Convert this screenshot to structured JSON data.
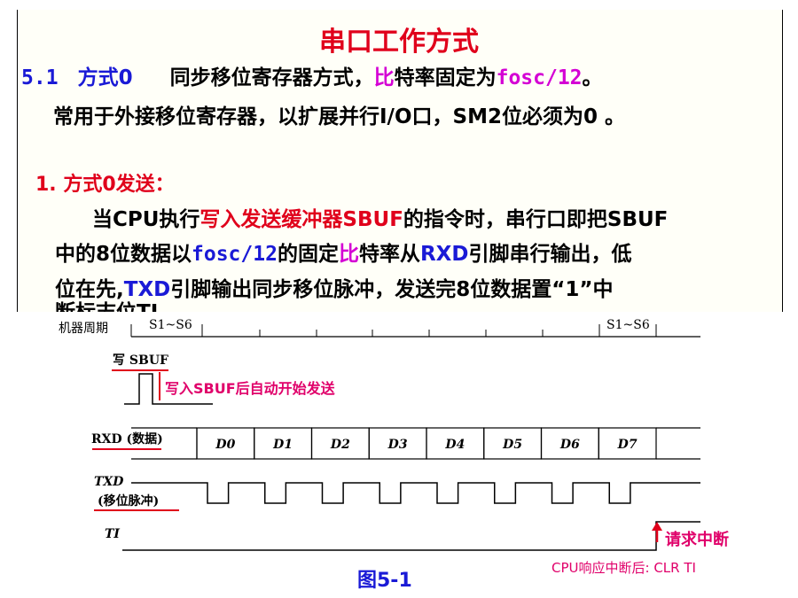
{
  "slide": {
    "title": "串口工作方式",
    "line1": {
      "num": "5.1",
      "mode": "方式0",
      "text_a": "同步移位寄存器方式，",
      "bi": "比",
      "text_b": "特率固定为",
      "fosc": "fosc/12",
      "end": "。"
    },
    "line2": "常用于外接移位寄存器，以扩展并行I/O口，SM2位必须为0 。",
    "section": "1. 方式0发送：",
    "para": {
      "l1_a": "当CPU执行",
      "l1_red": "写入发送缓冲器SBUF",
      "l1_b": "的指令时，串行口即把SBUF",
      "l2_a": "中的8位数据以",
      "l2_fosc": "fosc/12",
      "l2_b": "的固定",
      "l2_bi": "比",
      "l2_c": "特率从",
      "l2_rxd": "RXD",
      "l2_d": "引脚串行输出，低",
      "l3_a": "位在先,",
      "l3_txd": "TXD",
      "l3_b": "引脚输出同步移位脉冲，发送完8位数据置“1”中",
      "l4_partial": "断标志位TI。"
    }
  },
  "diagram": {
    "machine_cycle": "机器周期",
    "s_label_1": "S1~S6",
    "s_label_2": "S1~S6",
    "sbuf": "写 SBUF",
    "sbuf_note": "写入SBUF后自动开始发送",
    "rxd": "RXD (数据)",
    "data_bits": [
      "D0",
      "D1",
      "D2",
      "D3",
      "D4",
      "D5",
      "D6",
      "D7"
    ],
    "txd": "TXD",
    "txd_sub": "(移位脉冲)",
    "ti": "TI",
    "interrupt_note": "请求中断",
    "figure": "图5-1",
    "cpu_note": "CPU响应中断后: CLR TI"
  },
  "colors": {
    "title": "#e0001b",
    "blue": "#1a1ad6",
    "magenta": "#d400d4",
    "note": "#e0006a"
  }
}
